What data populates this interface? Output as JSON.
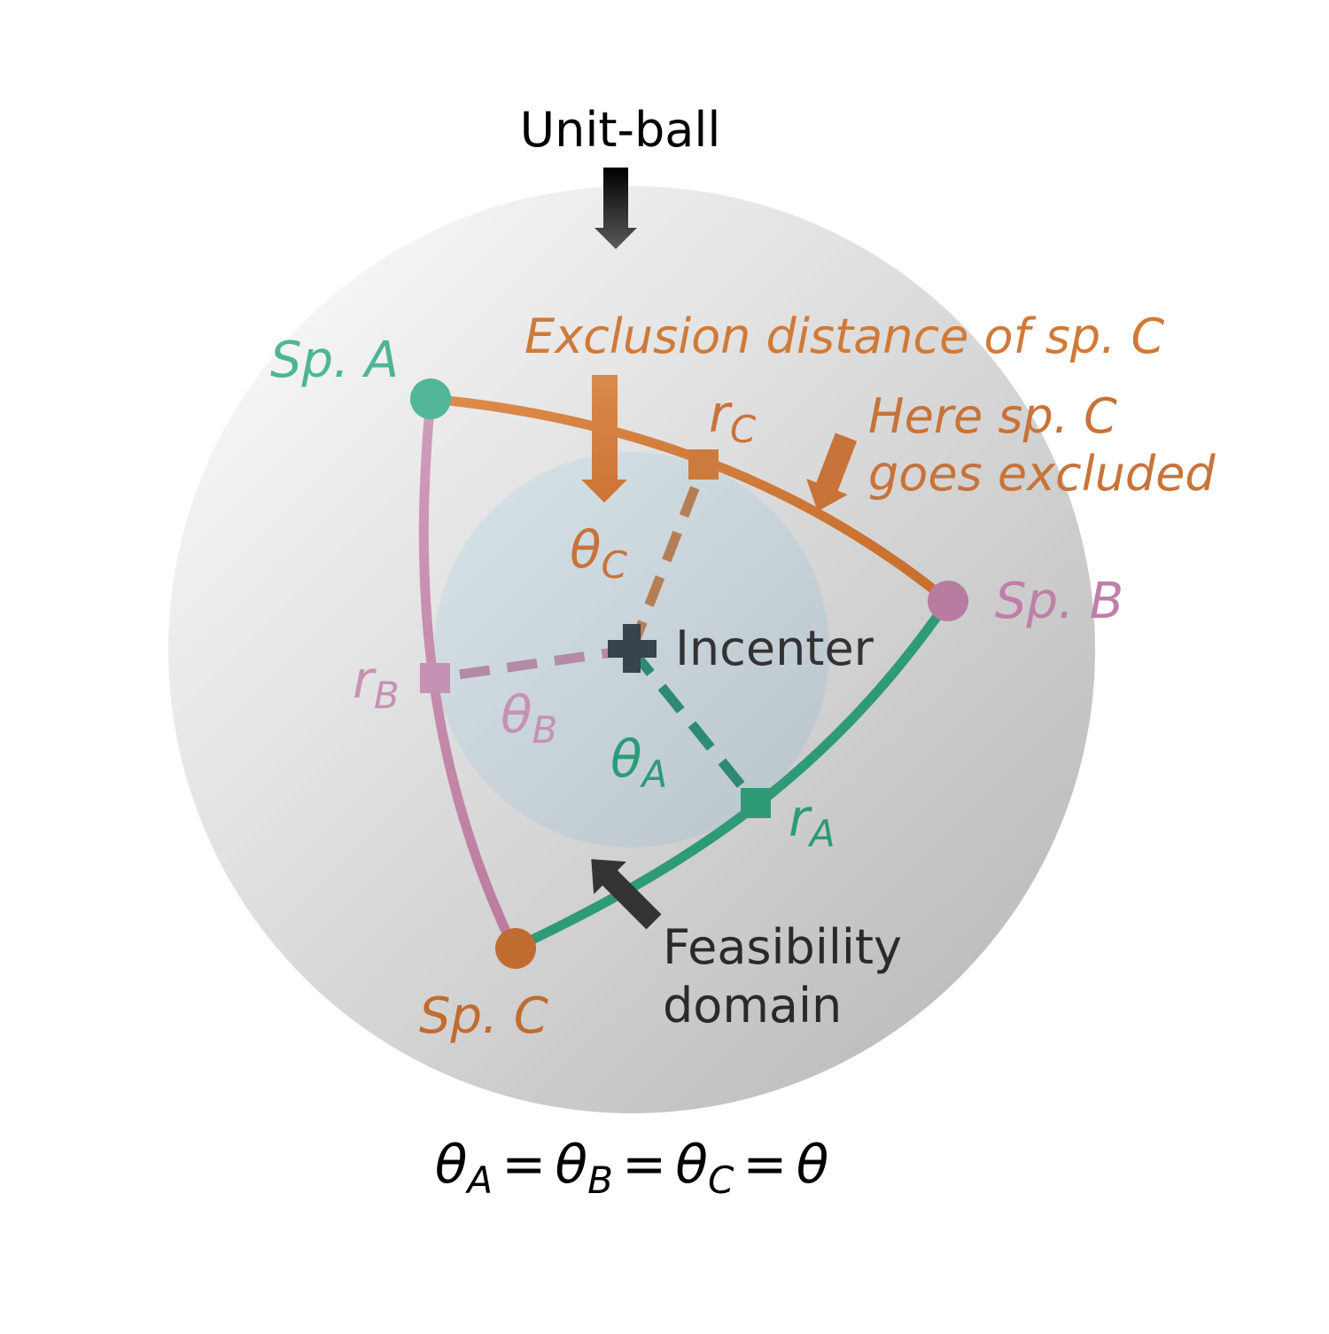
{
  "unit_ball": {
    "label": "Unit-ball"
  },
  "exclusion": {
    "label": "Exclusion distance of sp. C"
  },
  "excluded_note": {
    "line1": "Here sp. C",
    "line2": "goes excluded"
  },
  "incenter": {
    "label": "Incenter"
  },
  "feasibility": {
    "line1": "Feasibility",
    "line2": "domain"
  },
  "species": {
    "a": {
      "label": "Sp. A"
    },
    "b": {
      "label": "Sp. B"
    },
    "c": {
      "label": "Sp. C"
    }
  },
  "symbols": {
    "theta": "θ",
    "r": "r",
    "sub_a": "A",
    "sub_b": "B",
    "sub_c": "C",
    "equals": "="
  },
  "colors": {
    "teal": "#2e9a78",
    "pink": "#c486ad",
    "orange": "#cc7430",
    "dark": "#333333"
  }
}
